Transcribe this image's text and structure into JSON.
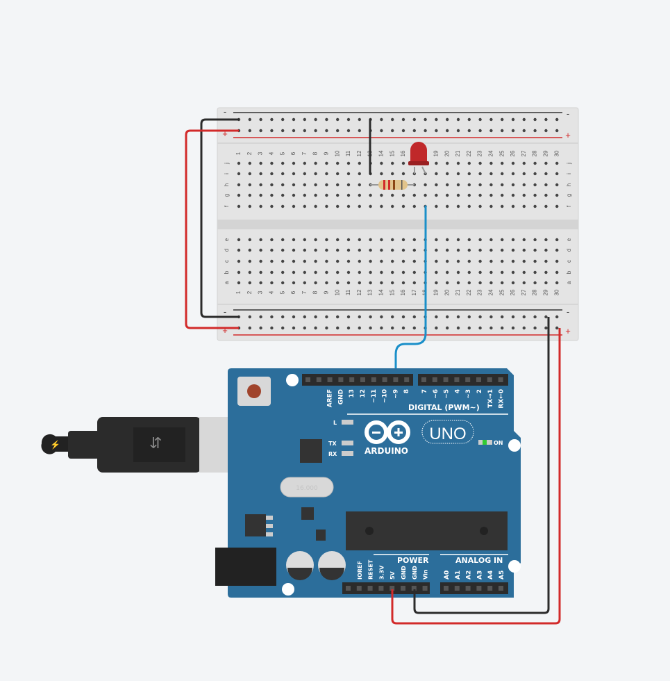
{
  "breadboard": {
    "rail_minus": "-",
    "rail_plus": "+",
    "rows_top": [
      "j",
      "i",
      "h",
      "g",
      "f"
    ],
    "rows_bottom": [
      "e",
      "d",
      "c",
      "b",
      "a"
    ],
    "columns": [
      "1",
      "2",
      "3",
      "4",
      "5",
      "6",
      "7",
      "8",
      "9",
      "10",
      "11",
      "12",
      "13",
      "14",
      "15",
      "16",
      "17",
      "18",
      "19",
      "20",
      "21",
      "22",
      "23",
      "24",
      "25",
      "26",
      "27",
      "28",
      "29",
      "30"
    ]
  },
  "arduino": {
    "digital_pins": [
      "AREF",
      "GND",
      "13",
      "12",
      "~11",
      "~10",
      "~9",
      "8",
      "7",
      "~6",
      "~5",
      "4",
      "~3",
      "2",
      "TX→1",
      "RX←0"
    ],
    "digital_label": "DIGITAL (PWM~)",
    "led_l": "L",
    "led_tx": "TX",
    "led_rx": "RX",
    "led_on": "ON",
    "brand": "ARDUINO",
    "model": "UNO",
    "crystal": "16.000",
    "power_label": "POWER",
    "analog_label": "ANALOG IN",
    "power_pins": [
      "IOREF",
      "RESET",
      "3.3V",
      "5V",
      "GND",
      "GND",
      "Vin"
    ],
    "analog_pins": [
      "A0",
      "A1",
      "A2",
      "A3",
      "A4",
      "A5"
    ]
  },
  "colors": {
    "board": "#2c6e9b",
    "wire_red": "#d22a2a",
    "wire_black": "#2b2b2b",
    "wire_blue": "#1a8fc9",
    "led": "#c0282a"
  }
}
